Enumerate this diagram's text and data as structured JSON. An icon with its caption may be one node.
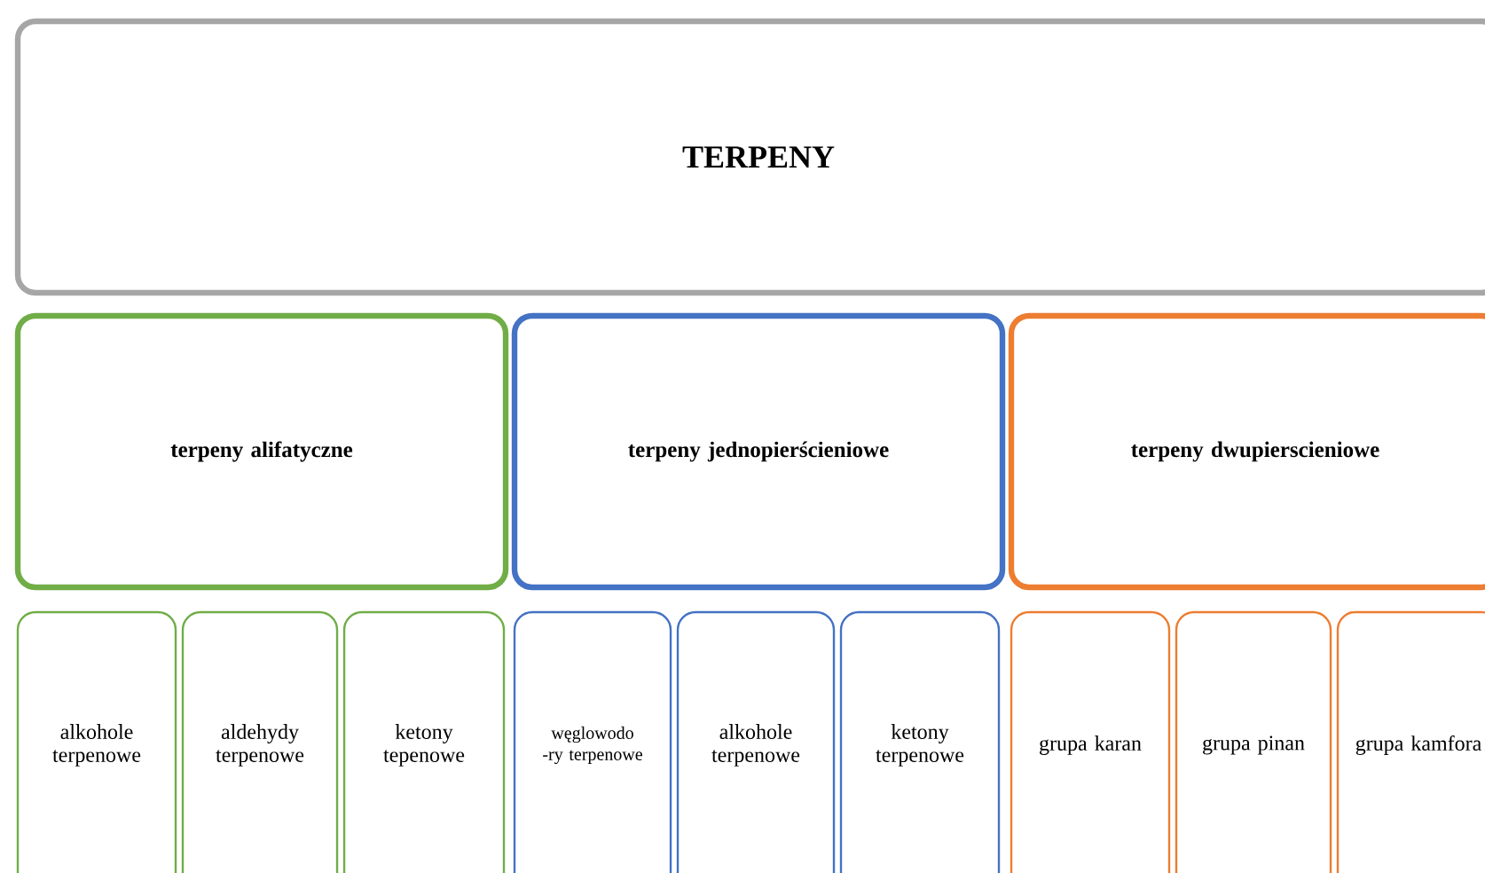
{
  "diagram": {
    "nodes": [
      {
        "text": [
          "TERPENY"
        ]
      },
      {
        "text": [
          "terpeny alifatyczne"
        ]
      },
      {
        "text": [
          "terpeny jednopierścieniowe"
        ]
      },
      {
        "text": [
          "terpeny dwupierscieniowe"
        ]
      },
      {
        "text": [
          "alkohole terpenowe"
        ]
      },
      {
        "text": [
          "aldehydy terpenowe"
        ]
      },
      {
        "text": [
          "ketony tepenowe"
        ]
      },
      {
        "text": [
          "węglowodo -ry terpenowe"
        ]
      },
      {
        "text": [
          "alkohole terpenowe"
        ]
      },
      {
        "text": [
          "ketony terpenowe"
        ]
      },
      {
        "text": [
          "grupa karan"
        ]
      },
      {
        "text": [
          "grupa pinan"
        ]
      },
      {
        "text": [
          "grupa kamfora"
        ]
      }
    ]
  }
}
